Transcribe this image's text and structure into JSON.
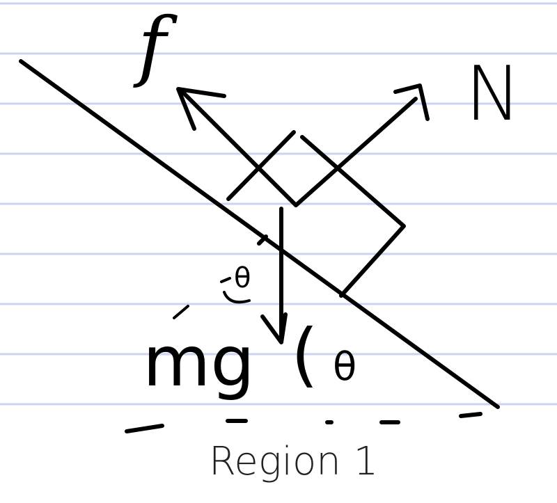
{
  "diagram": {
    "labels": {
      "friction": "f",
      "normal": "N",
      "angle_top": "θ",
      "weight": "mg",
      "paren": "(",
      "angle_bottom": "θ",
      "caption": "Region 1"
    },
    "colors": {
      "ink": "#000000",
      "rule_lines": "#c9d5f0",
      "paper": "#ffffff"
    }
  }
}
